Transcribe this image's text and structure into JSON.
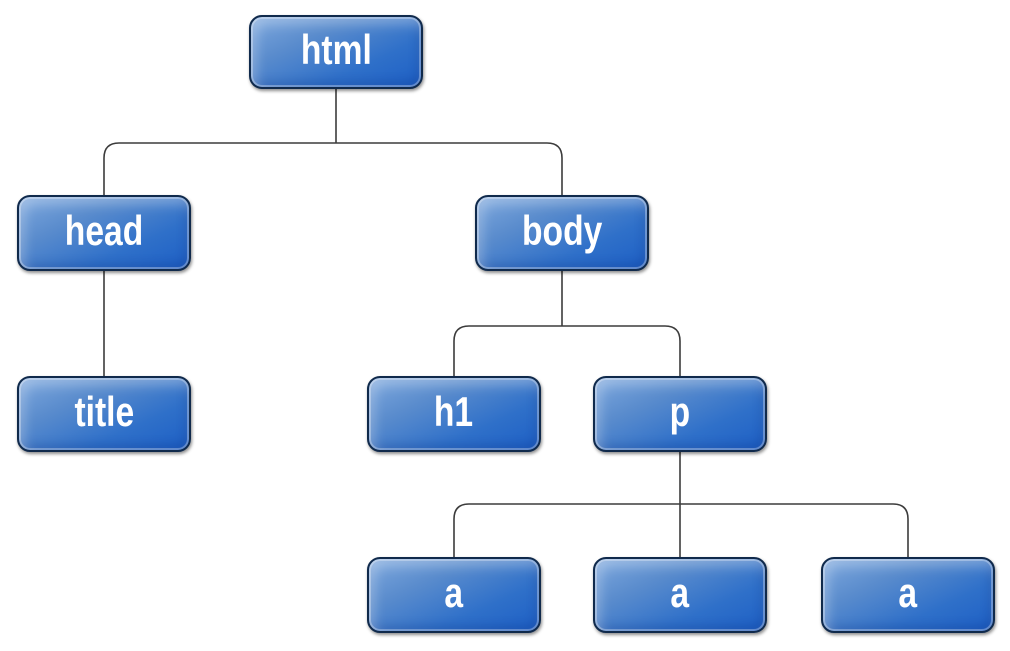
{
  "diagram": {
    "type": "tree",
    "nodes": {
      "html": {
        "label": "html"
      },
      "head": {
        "label": "head"
      },
      "body": {
        "label": "body"
      },
      "title": {
        "label": "title"
      },
      "h1": {
        "label": "h1"
      },
      "p": {
        "label": "p"
      },
      "a1": {
        "label": "a"
      },
      "a2": {
        "label": "a"
      },
      "a3": {
        "label": "a"
      }
    },
    "edges": [
      [
        "html",
        "head"
      ],
      [
        "html",
        "body"
      ],
      [
        "head",
        "title"
      ],
      [
        "body",
        "h1"
      ],
      [
        "body",
        "p"
      ],
      [
        "p",
        "a1"
      ],
      [
        "p",
        "a2"
      ],
      [
        "p",
        "a3"
      ]
    ]
  },
  "colors": {
    "bg_color": "#ffffff",
    "edge_color": "#3c3c3c",
    "node_border": "#102a4c",
    "node_fill_light": "#7fa9de",
    "node_fill_dark": "#1d5fc5",
    "node_text": "#ffffff"
  }
}
